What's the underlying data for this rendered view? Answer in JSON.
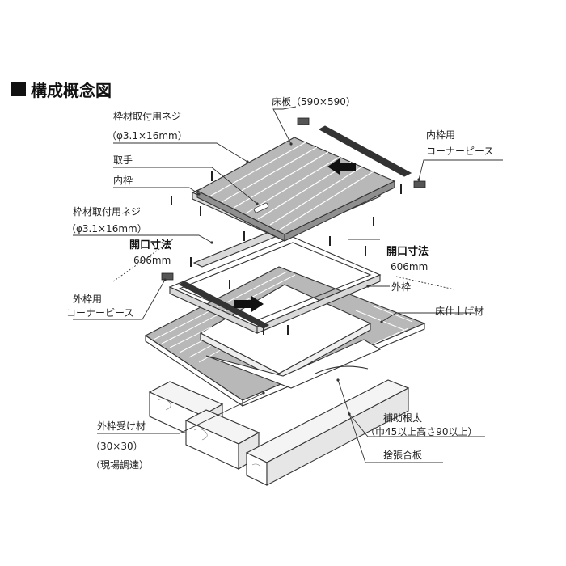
{
  "title": "構成概念図",
  "labels": {
    "floor_board": "床板（590×590）",
    "frame_screw_1_name": "枠材取付用ネジ",
    "frame_screw_1_size": "（φ3.1×16mm）",
    "handle": "取手",
    "inner_frame": "内枠",
    "inner_corner_1": "内枠用",
    "inner_corner_2": "コーナーピース",
    "frame_screw_2_name": "枠材取付用ネジ",
    "frame_screw_2_size": "（φ3.1×16mm）",
    "opening_left_1": "開口寸法",
    "opening_left_2": "606mm",
    "opening_right_1": "開口寸法",
    "opening_right_2": "606mm",
    "outer_frame": "外枠",
    "outer_corner_1": "外枠用",
    "outer_corner_2": "コーナーピース",
    "floor_finish": "床仕上げ材",
    "aux_joist_1": "補助根太",
    "aux_joist_2": "（巾45以上高さ90以上）",
    "plywood": "捨張合板",
    "receiver_1": "外枠受け材",
    "receiver_2": "（30×30）",
    "receiver_3": "（現場調達）"
  },
  "colors": {
    "board": "#b8b8b8",
    "board_dark": "#8f8f8f",
    "frame": "#d9d9d9",
    "timber": "#f4f4f4",
    "line": "#333333",
    "arrow": "#111111"
  }
}
